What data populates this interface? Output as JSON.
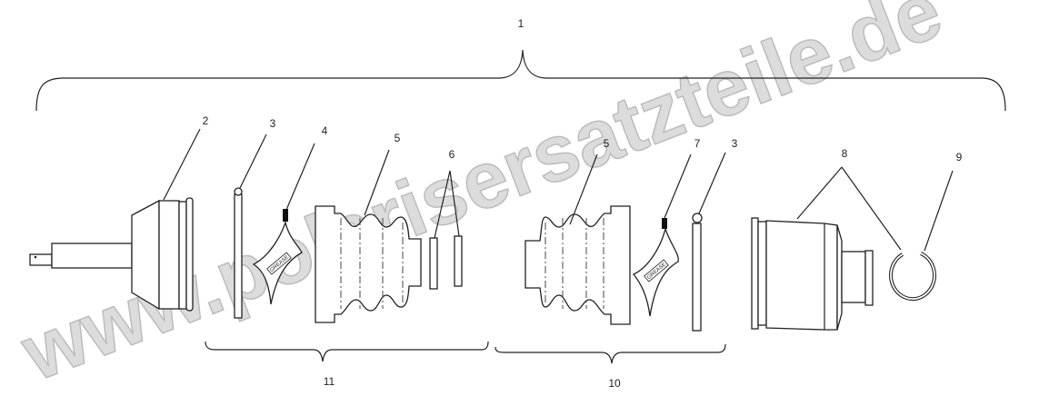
{
  "diagram": {
    "callouts": {
      "assembly": "1",
      "outer_cv_joint": "2",
      "clamp_left": "3",
      "grease_left": "4",
      "boot_left": "5",
      "small_clamps": "6",
      "boot_right": "5",
      "grease_right": "7",
      "clamp_right": "3",
      "housing": "8",
      "snap_ring": "9",
      "kit_right": "10",
      "kit_left": "11"
    },
    "grease_label": "GREASE",
    "watermark": "www.polarisersatzteile.de",
    "colors": {
      "line": "#222222",
      "watermark_fill": "#d9d9d9",
      "watermark_stroke": "#b5b5b5"
    }
  }
}
